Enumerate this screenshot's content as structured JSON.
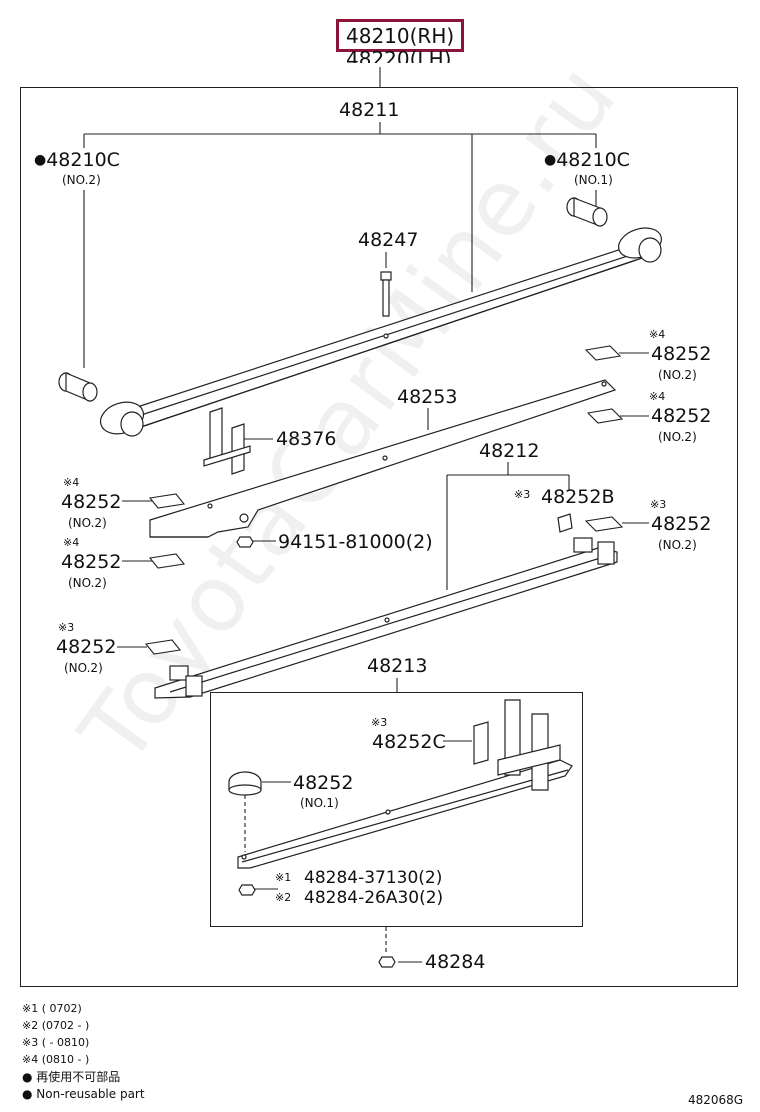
{
  "header": {
    "part_rh": "48210(RH)",
    "part_lh": "48220(LH)"
  },
  "labels": {
    "p48211": "48211",
    "p48210c_left": "48210C",
    "p48210c_left_no": "(NO.2)",
    "p48210c_right": "48210C",
    "p48210c_right_no": "(NO.1)",
    "p48247": "48247",
    "p48252_r1_mark": "※4",
    "p48252_r1": "48252",
    "p48252_r1_no": "(NO.2)",
    "p48252_r2_mark": "※4",
    "p48252_r2": "48252",
    "p48252_r2_no": "(NO.2)",
    "p48253": "48253",
    "p48376": "48376",
    "p48212": "48212",
    "p48252b_mark": "※3",
    "p48252b": "48252B",
    "p48252_r3_mark": "※3",
    "p48252_r3": "48252",
    "p48252_r3_no": "(NO.2)",
    "p48252_l1_mark": "※4",
    "p48252_l1": "48252",
    "p48252_l1_no": "(NO.2)",
    "p48252_l2_mark": "※4",
    "p48252_l2": "48252",
    "p48252_l2_no": "(NO.2)",
    "p94151": "94151-81000(2)",
    "p48252_l3_mark": "※3",
    "p48252_l3": "48252",
    "p48252_l3_no": "(NO.2)",
    "p48213": "48213",
    "p48252c_mark": "※3",
    "p48252c": "48252C",
    "p48252_no1": "48252",
    "p48252_no1_no": "(NO.1)",
    "p48284_37130_mark": "※1",
    "p48284_37130": "48284-37130(2)",
    "p48284_26a30_mark": "※2",
    "p48284_26a30": "48284-26A30(2)",
    "p48284": "48284"
  },
  "legend": {
    "l1": "※1 (        0702)",
    "l2": "※2 (0702 -        )",
    "l3": "※3 (        - 0810)",
    "l4": "※4 (0810 -        )",
    "l5": "再使用不可部品",
    "l6": "Non-reusable part"
  },
  "footer": {
    "code": "482068G"
  },
  "watermark": "ToyotaCarMine.ru",
  "colors": {
    "highlight": "#8b1538",
    "line": "#222222"
  }
}
